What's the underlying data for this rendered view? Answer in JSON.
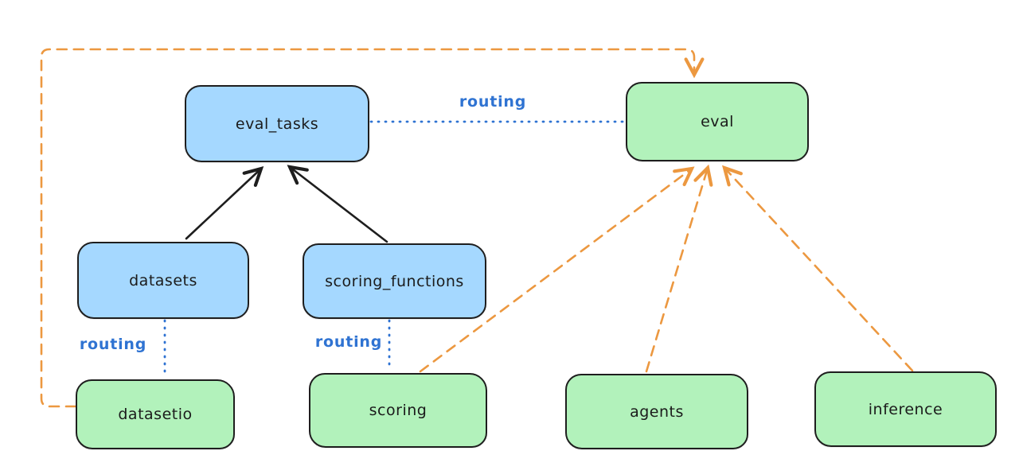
{
  "colors": {
    "background": "#ffffff",
    "api_box_fill": "#a5d8ff",
    "provider_box_fill": "#b2f2bb",
    "box_stroke": "#1e1e1e",
    "routing_color": "#2f73d2",
    "provider_edge_color": "#ec9840"
  },
  "nodes": {
    "eval_tasks": {
      "label": "eval_tasks"
    },
    "eval": {
      "label": "eval"
    },
    "datasets": {
      "label": "datasets"
    },
    "scoring_functions": {
      "label": "scoring_functions"
    },
    "datasetio": {
      "label": "datasetio"
    },
    "scoring": {
      "label": "scoring"
    },
    "agents": {
      "label": "agents"
    },
    "inference": {
      "label": "inference"
    }
  },
  "edge_labels": {
    "eval_tasks_eval": "routing",
    "datasets_datasetio": "routing",
    "scoring_functions_scoring": "routing"
  },
  "edges": [
    {
      "from": "datasets",
      "to": "eval_tasks",
      "style": "solid-black-arrow"
    },
    {
      "from": "scoring_functions",
      "to": "eval_tasks",
      "style": "solid-black-arrow"
    },
    {
      "from": "eval_tasks",
      "to": "eval",
      "style": "blue-dotted",
      "label": "routing"
    },
    {
      "from": "datasets",
      "to": "datasetio",
      "style": "blue-dotted",
      "label": "routing"
    },
    {
      "from": "scoring_functions",
      "to": "scoring",
      "style": "blue-dotted",
      "label": "routing"
    },
    {
      "from": "scoring",
      "to": "eval",
      "style": "orange-dashed-arrow"
    },
    {
      "from": "agents",
      "to": "eval",
      "style": "orange-dashed-arrow"
    },
    {
      "from": "inference",
      "to": "eval",
      "style": "orange-dashed-arrow"
    },
    {
      "from": "datasetio",
      "to": "eval",
      "style": "orange-dashed-arrow",
      "route": "left-top-loop"
    }
  ]
}
